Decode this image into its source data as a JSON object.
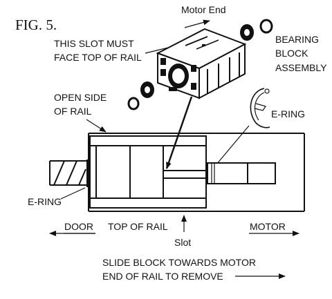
{
  "figure": {
    "title": "FIG. 5.",
    "labels": {
      "motor_end": "Motor End",
      "slot_note_1": "THIS SLOT MUST",
      "slot_note_2": "FACE TOP OF RAIL",
      "bearing_1": "BEARING",
      "bearing_2": "BLOCK",
      "bearing_3": "ASSEMBLY",
      "open_side_1": "OPEN SIDE",
      "open_side_2": "OF RAIL",
      "e_ring_right": "E-RING",
      "e_ring_left": "E-RING",
      "door": "DOOR",
      "top_of_rail": "TOP OF RAIL",
      "motor": "MOTOR",
      "slot": "Slot",
      "instruction_1": "SLIDE BLOCK TOWARDS MOTOR",
      "instruction_2": "END OF RAIL TO REMOVE"
    }
  }
}
